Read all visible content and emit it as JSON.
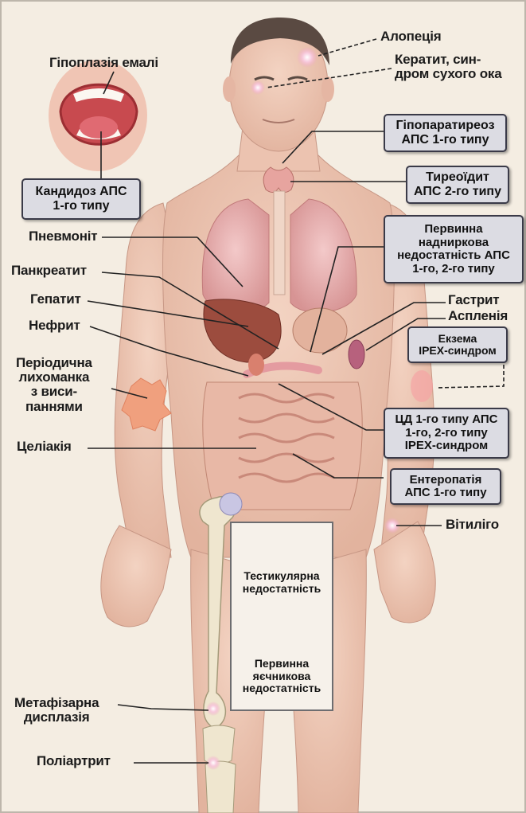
{
  "labels": {
    "alopecia": "Алопеція",
    "keratitis": "Кератит, син-\nдром сухого ока",
    "enamel": "Гіпоплазія емалі",
    "candidiasis": "Кандидоз АПС\n1-го типу",
    "hypoparathyroidism": "Гіпопаратиреоз\nАПС 1-го типу",
    "thyroiditis": "Тиреоїдит\nАПС 2-го типу",
    "adrenal": "Первинна\nнадниркова\nнедостатність АПС\n1-го, 2-го типу",
    "pneumonitis": "Пневмоніт",
    "pancreatitis": "Панкреатит",
    "hepatitis": "Гепатит",
    "nephritis": "Нефрит",
    "fever": "Періодична\nлихоманка\nз виси-\nпаннями",
    "gastritis": "Гастрит",
    "asplenia": "Аспленія",
    "eczema": "Екзема\nIPEX-синдром",
    "diabetes": "ЦД 1-го типу АПС\n1-го, 2-го типу\nIPEX-синдром",
    "celiac": "Целіакія",
    "enteropathy": "Ентеропатія\nАПС 1-го типу",
    "vitiligo": "Вітиліго",
    "testicular": "Тестикулярна\nнедостатність",
    "ovarian": "Первинна\nяєчникова\nнедостатність",
    "metaphyseal": "Метафізарна\nдисплазія",
    "polyarthritis": "Поліартрит"
  }
}
